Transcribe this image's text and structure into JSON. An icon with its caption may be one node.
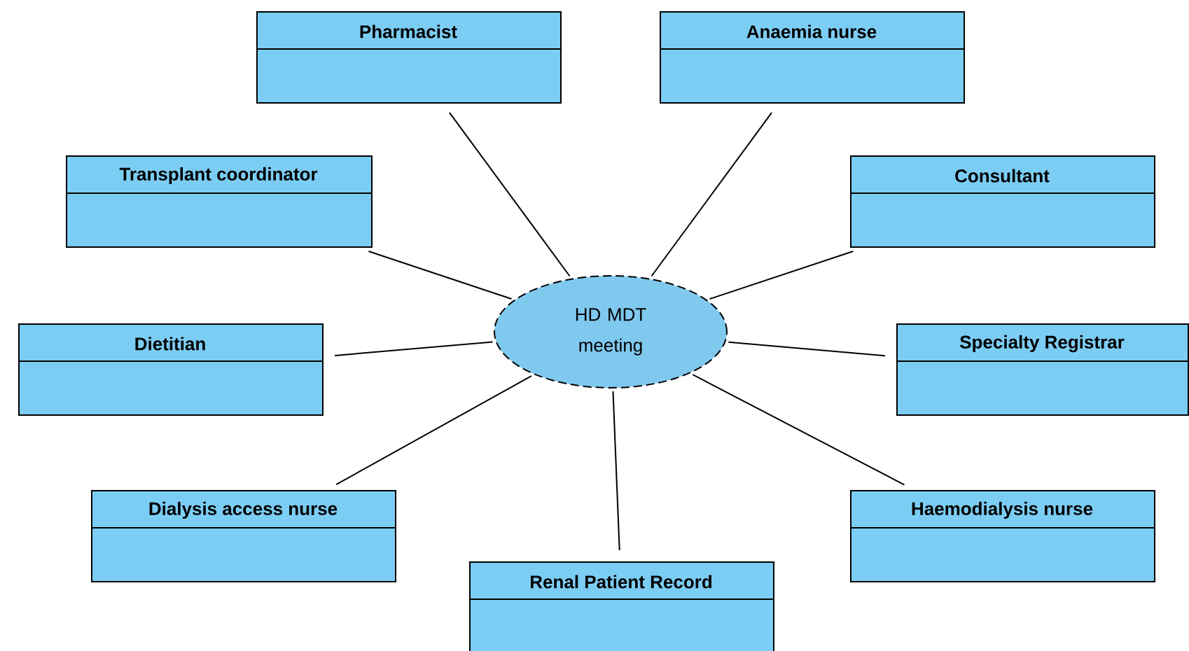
{
  "diagram": {
    "nodes": [
      {
        "text": [
          "Pharmacist"
        ]
      },
      {
        "text": [
          "Anaemia nurse"
        ]
      },
      {
        "text": [
          "Transplant coordinator"
        ]
      },
      {
        "text": [
          "Consultant"
        ]
      },
      {
        "text": [
          "HD MDT meeting"
        ]
      },
      {
        "text": [
          "Dietitian"
        ]
      },
      {
        "text": [
          "Specialty Registrar"
        ]
      },
      {
        "text": [
          "Dialysis access nurse"
        ]
      },
      {
        "text": [
          "Haemodialysis nurse"
        ]
      },
      {
        "text": [
          "Renal Patient Record"
        ]
      }
    ],
    "edges": [
      {
        "from": 4,
        "to": 0,
        "arrow": "none"
      },
      {
        "from": 4,
        "to": 1,
        "arrow": "none"
      },
      {
        "from": 4,
        "to": 2,
        "arrow": "none"
      },
      {
        "from": 4,
        "to": 3,
        "arrow": "none"
      },
      {
        "from": 4,
        "to": 5,
        "arrow": "none"
      },
      {
        "from": 4,
        "to": 6,
        "arrow": "none"
      },
      {
        "from": 4,
        "to": 7,
        "arrow": "none"
      },
      {
        "from": 4,
        "to": 8,
        "arrow": "none"
      },
      {
        "from": 4,
        "to": 9,
        "arrow": "none"
      }
    ]
  }
}
